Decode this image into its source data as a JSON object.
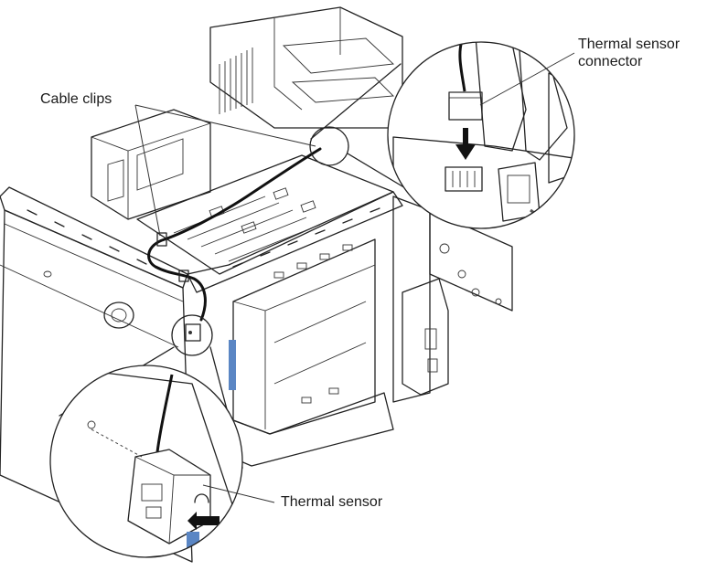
{
  "labels": {
    "thermal_sensor_connector_line1": "Thermal sensor",
    "thermal_sensor_connector_line2": "connector",
    "cable_clips": "Cable clips",
    "thermal_sensor": "Thermal sensor"
  },
  "colors": {
    "line": "#222222",
    "panel_fill": "#f6f6f6",
    "connector_gray": "#9a9a9a",
    "blue_accent": "#5a86c4",
    "arrow": "#111111"
  }
}
